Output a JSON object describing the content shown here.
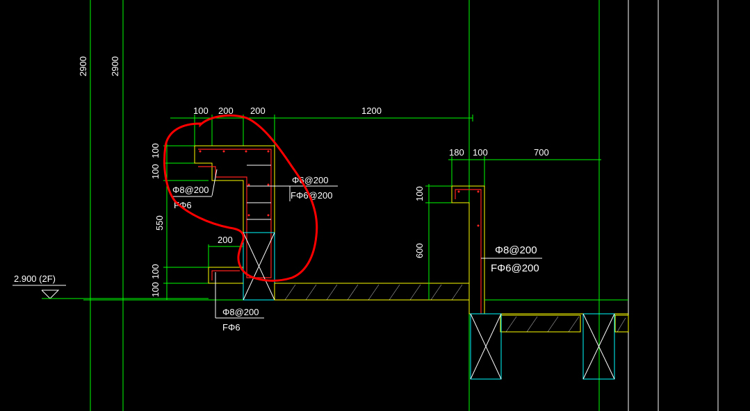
{
  "axis_labels": {
    "left_a": "2900",
    "left_b": "2900"
  },
  "level_mark": {
    "text": "2.900 (2F)"
  },
  "left_section": {
    "top_dims": [
      "100",
      "200",
      "200"
    ],
    "span_dim": "1200",
    "vert_dims": [
      "100",
      "100",
      "550",
      "100",
      "100"
    ],
    "mid_dim": "200",
    "rebar_upper": {
      "main": "Φ8@200",
      "dist": "FΦ6"
    },
    "rebar_right": {
      "main": "Φ6@200",
      "dist": "FΦ6@200"
    },
    "rebar_bottom": {
      "main": "Φ8@200",
      "dist": "FΦ6"
    }
  },
  "right_section": {
    "top_dims": [
      "180",
      "100",
      "700"
    ],
    "vert_dims": [
      "100",
      "600"
    ],
    "rebar": {
      "main": "Φ8@200",
      "dist": "FΦ6@200"
    }
  },
  "colors": {
    "background": "#000000",
    "grid_line": "#00ff00",
    "white_line": "#ffffff",
    "concrete": "#ffff00",
    "rebar": "#ff2020",
    "section_box": "#00ffff",
    "highlight": "#ff0000"
  }
}
